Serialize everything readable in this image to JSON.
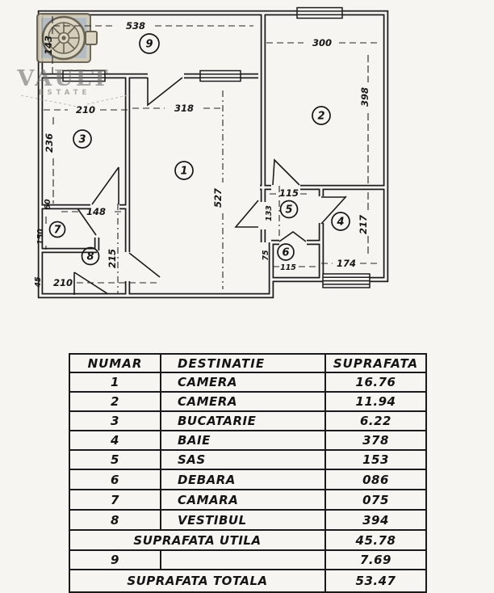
{
  "watermark": {
    "name": "VAULT",
    "tagline": "ESTATE"
  },
  "plan": {
    "rooms": {
      "r1": "1",
      "r2": "2",
      "r3": "3",
      "r4": "4",
      "r5": "5",
      "r6": "6",
      "r7": "7",
      "r8": "8",
      "r9": "9"
    },
    "dims": {
      "balcony_width": "538",
      "balcony_depth": "143",
      "room2_width": "300",
      "room2_height": "398",
      "room3_width": "210",
      "room3_height": "236",
      "room1_width": "318",
      "room1_height": "527",
      "hall_width": "148",
      "niche_width": "60",
      "room7_height": "150",
      "hall_height": "215",
      "entry_width": "210",
      "entry_side": "45",
      "sas_width": "115",
      "sas_height": "133",
      "deb_width": "115",
      "deb_height": "75",
      "room4_width": "174",
      "room4_height": "217"
    }
  },
  "table": {
    "headers": [
      "NUMAR",
      "DESTINATIE",
      "SUPRAFATA"
    ],
    "rows": [
      {
        "nr": "1",
        "dest": "CAMERA",
        "sup": "16.76"
      },
      {
        "nr": "2",
        "dest": "CAMERA",
        "sup": "11.94"
      },
      {
        "nr": "3",
        "dest": "BUCATARIE",
        "sup": "6.22"
      },
      {
        "nr": "4",
        "dest": "BAIE",
        "sup": "378"
      },
      {
        "nr": "5",
        "dest": "SAS",
        "sup": "153"
      },
      {
        "nr": "6",
        "dest": "DEBARA",
        "sup": "086"
      },
      {
        "nr": "7",
        "dest": "CAMARA",
        "sup": "075"
      },
      {
        "nr": "8",
        "dest": "VESTIBUL",
        "sup": "394"
      }
    ],
    "summary_utila": {
      "label": "SUPRAFATA UTILA",
      "value": "45.78"
    },
    "row_9": {
      "nr": "9",
      "dest": "",
      "sup": "7.69"
    },
    "summary_totala": {
      "label": "SUPRAFATA TOTALA",
      "value": "53.47"
    }
  }
}
